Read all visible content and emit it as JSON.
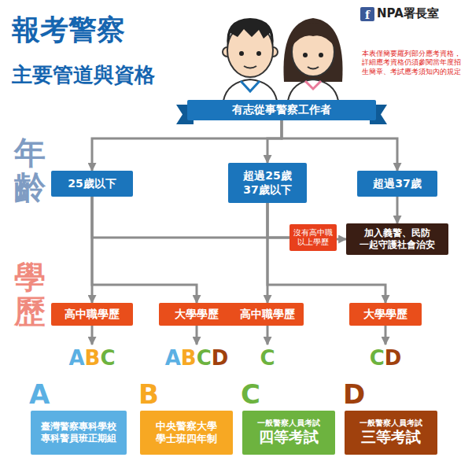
{
  "diagram": {
    "title": "報考警察",
    "nodes": [
      {
        "text": [
          "有志從事警察工作者"
        ]
      },
      {
        "text": [
          "25歲以下"
        ]
      },
      {
        "text": [
          "超過25歲 37歲以下"
        ]
      },
      {
        "text": [
          "超過37歲"
        ]
      },
      {
        "text": [
          "沒有高中職 以上學歷"
        ]
      },
      {
        "text": [
          "加入義警、民防 一起守護社會治安"
        ]
      },
      {
        "text": [
          "高中職學歷"
        ]
      },
      {
        "text": [
          "大學學歷"
        ]
      },
      {
        "text": [
          "高中職學歷"
        ]
      },
      {
        "text": [
          "大學學歷"
        ]
      },
      {
        "text": [
          "A",
          "臺灣警察專科學校 專科警員班正期組"
        ]
      },
      {
        "text": [
          "B",
          "中央警察大學 學士班四年制"
        ]
      },
      {
        "text": [
          "C",
          "一般警察人員考試",
          "四等考試"
        ]
      },
      {
        "text": [
          "D",
          "一般警察人員考試",
          "三等考試"
        ]
      }
    ],
    "edges": [
      {
        "from": 0,
        "to": 1,
        "arrow": "to"
      },
      {
        "from": 0,
        "to": 2,
        "arrow": "to"
      },
      {
        "from": 0,
        "to": 3,
        "arrow": "to"
      },
      {
        "from": 1,
        "to": 4,
        "arrow": "none"
      },
      {
        "from": 2,
        "to": 4,
        "arrow": "none"
      },
      {
        "from": 4,
        "to": 5,
        "arrow": "to"
      },
      {
        "from": 3,
        "to": 5,
        "arrow": "to"
      },
      {
        "from": 1,
        "to": 6,
        "arrow": "to"
      },
      {
        "from": 1,
        "to": 7,
        "arrow": "to"
      },
      {
        "from": 2,
        "to": 8,
        "arrow": "to"
      },
      {
        "from": 2,
        "to": 9,
        "arrow": "to"
      }
    ],
    "labels": [
      "f",
      "NPA署長室",
      "主要管道與資格",
      "本表僅簡要羅列部分應考資格， 詳細應考資格仍須參閱當年度招 生簡章、考試應考須知內的規定",
      "年齡",
      "學歷",
      "A",
      "B",
      "C",
      "A",
      "B",
      "C",
      "D",
      "C",
      "C",
      "D"
    ]
  }
}
